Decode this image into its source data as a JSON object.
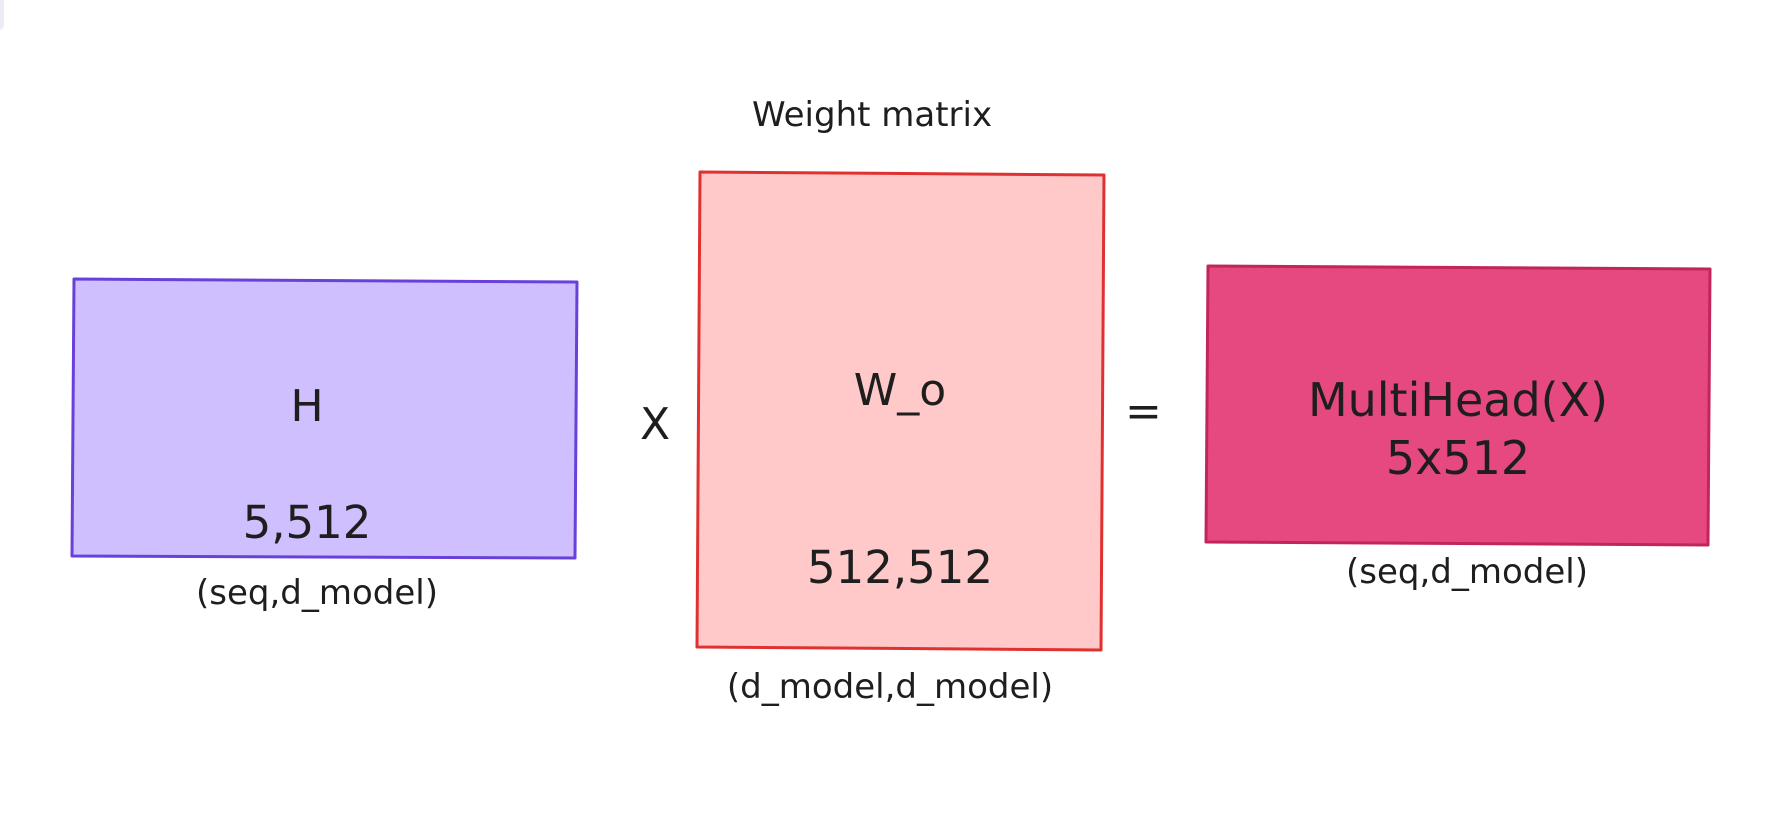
{
  "diagram": {
    "caption": "Weight matrix",
    "operator_multiply": "X",
    "operator_equals": "=",
    "matrices": [
      {
        "name": "H",
        "dims": "5,512",
        "shape_label": "(seq,d_model)",
        "fill": "#d0bfff",
        "stroke": "#6741d9"
      },
      {
        "name": "W_o",
        "dims": "512,512",
        "shape_label": "(d_model,d_model)",
        "fill": "#ffc9c9",
        "stroke": "#e03131"
      },
      {
        "name": "MultiHead(X)",
        "dims": "5x512",
        "shape_label": "(seq,d_model)",
        "fill": "#e64980",
        "stroke": "#c2255c"
      }
    ]
  }
}
